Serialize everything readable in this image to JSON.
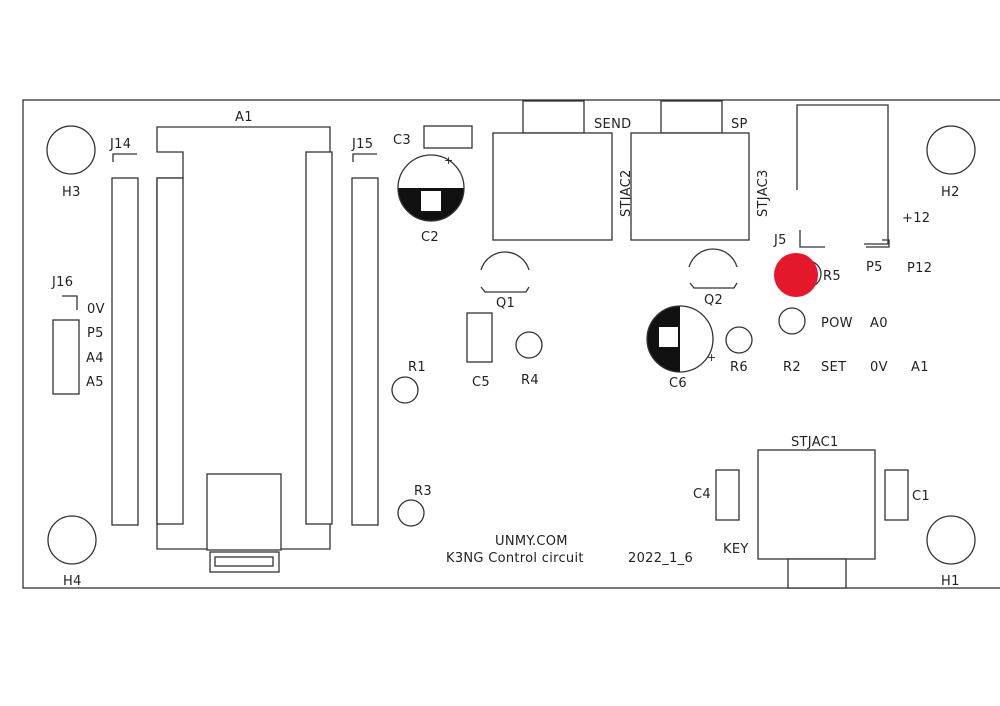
{
  "labels": {
    "a1": "A1",
    "j14": "J14",
    "j15": "J15",
    "j16": "J16",
    "h1": "H1",
    "h2": "H2",
    "h3": "H3",
    "h4": "H4",
    "c1": "C1",
    "c2": "C2",
    "c3": "C3",
    "c4": "C4",
    "c5": "C5",
    "c6": "C6",
    "r1": "R1",
    "r2": "R2",
    "r3": "R3",
    "r4": "R4",
    "r5": "R5",
    "r6": "R6",
    "q1": "Q1",
    "q2": "Q2",
    "stjac1": "STJAC1",
    "stjac2": "STJAC2",
    "stjac3": "STJAC3",
    "send": "SEND",
    "sp": "SP",
    "key": "KEY",
    "j5": "J5",
    "plus12": "+12",
    "p5_right": "P5",
    "p12": "P12",
    "pow": "POW",
    "a0": "A0",
    "set": "SET",
    "ov_right": "0V",
    "a1_pin": "A1",
    "ov_j16": "0V",
    "p5_j16": "P5",
    "a4": "A4",
    "a5": "A5",
    "site": "UNMY.COM",
    "title": "K3NG Control circuit",
    "date": "2022_1_6"
  },
  "colors": {
    "marker": "#e5172b",
    "outline": "#333333",
    "fill_dark": "#111111"
  }
}
